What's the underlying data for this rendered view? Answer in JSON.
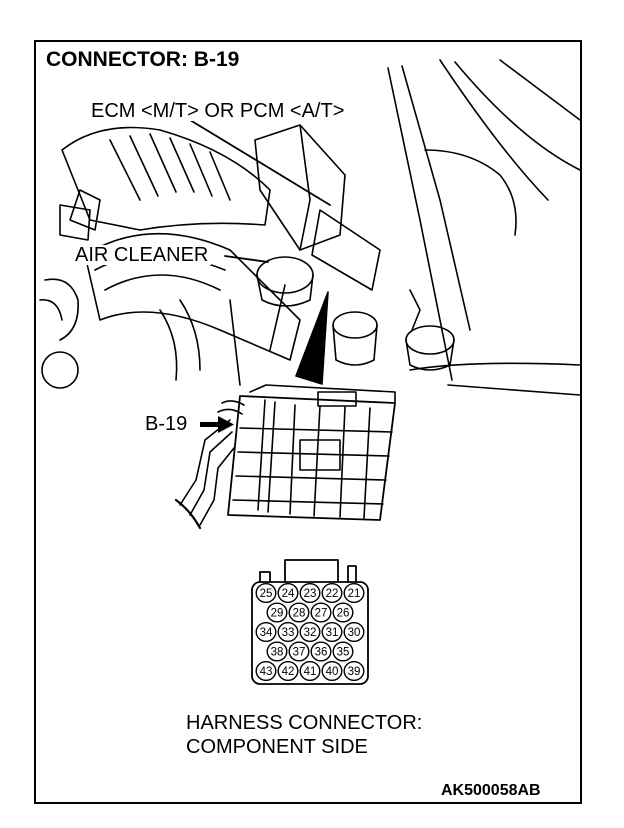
{
  "title": "CONNECTOR: B-19",
  "labels": {
    "ecm": "ECM <M/T> OR PCM <A/T>",
    "air_cleaner": "AIR CLEANER",
    "connector_id": "B-19"
  },
  "pin_rows": [
    [
      "25",
      "24",
      "23",
      "22",
      "21"
    ],
    [
      "29",
      "28",
      "27",
      "26"
    ],
    [
      "34",
      "33",
      "32",
      "31",
      "30"
    ],
    [
      "38",
      "37",
      "36",
      "35"
    ],
    [
      "43",
      "42",
      "41",
      "40",
      "39"
    ]
  ],
  "caption": "HARNESS CONNECTOR:\nCOMPONENT SIDE",
  "code": "AK500058AB"
}
